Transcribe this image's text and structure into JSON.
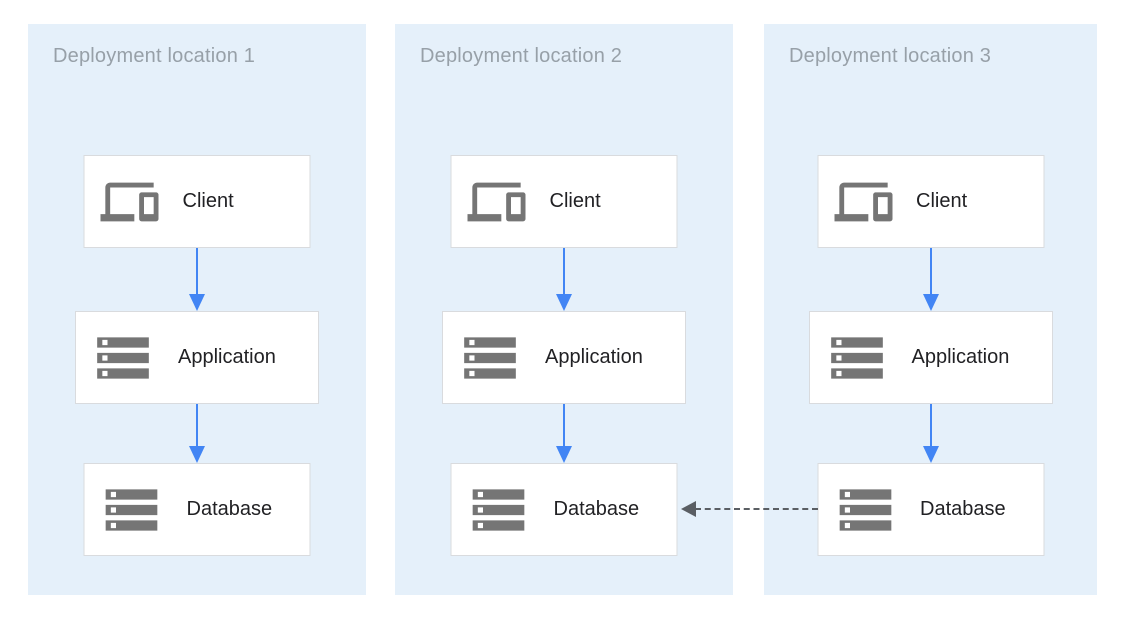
{
  "diagram": {
    "panels": [
      {
        "title": "Deployment location 1",
        "nodes": [
          {
            "label": "Client",
            "icon": "devices-icon"
          },
          {
            "label": "Application",
            "icon": "storage-icon"
          },
          {
            "label": "Database",
            "icon": "storage-icon"
          }
        ]
      },
      {
        "title": "Deployment location 2",
        "nodes": [
          {
            "label": "Client",
            "icon": "devices-icon"
          },
          {
            "label": "Application",
            "icon": "storage-icon"
          },
          {
            "label": "Database",
            "icon": "storage-icon"
          }
        ]
      },
      {
        "title": "Deployment location 3",
        "nodes": [
          {
            "label": "Client",
            "icon": "devices-icon"
          },
          {
            "label": "Application",
            "icon": "storage-icon"
          },
          {
            "label": "Database",
            "icon": "storage-icon"
          }
        ]
      }
    ],
    "connections": {
      "flow_per_panel": [
        "Client → Application",
        "Application → Database"
      ],
      "replication": {
        "from": "Deployment location 3 Database",
        "to": "Deployment location 2 Database",
        "style": "dashed"
      }
    },
    "colors": {
      "panel_background": "#E5F0FA",
      "node_background": "#FFFFFF",
      "node_border": "#D9DBDE",
      "flow_arrow_blue": "#4285F4",
      "replication_arrow_gray": "#5A5E63",
      "icon_gray": "#757575",
      "title_text": "#97A0A8",
      "node_text": "#212124"
    }
  }
}
